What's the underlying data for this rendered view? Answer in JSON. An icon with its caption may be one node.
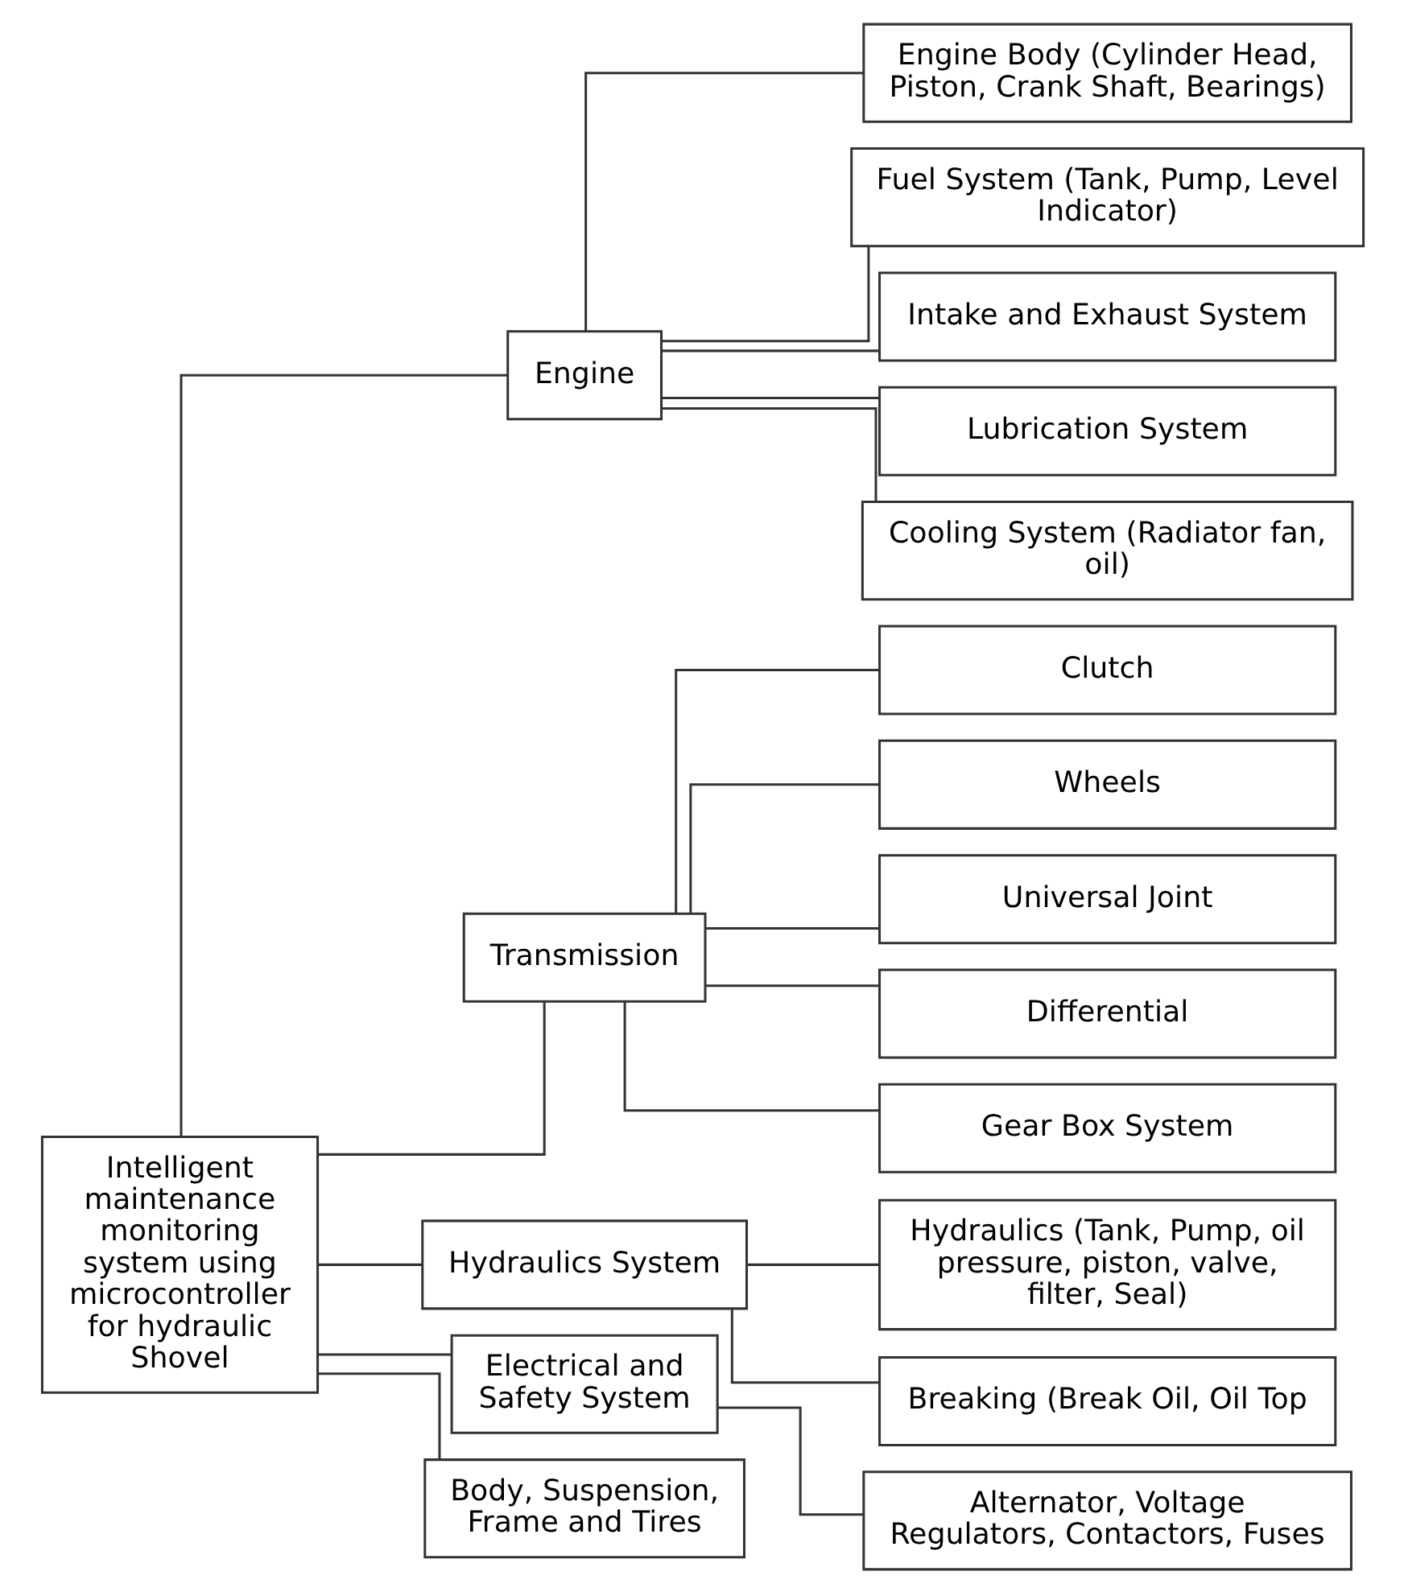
{
  "diagram": {
    "nodes": [
      {
        "text": [
          "Intelligent maintenance monitoring system using microcontroller for hydraulic Shovel"
        ]
      },
      {
        "text": [
          "Engine"
        ]
      },
      {
        "text": [
          "Transmission"
        ]
      },
      {
        "text": [
          "Hydraulics System"
        ]
      },
      {
        "text": [
          "Electrical and Safety System"
        ]
      },
      {
        "text": [
          "Body, Suspension, Frame and Tires"
        ]
      },
      {
        "text": [
          "Engine Body (Cylinder Head, Piston, Crank Shaft, Bearings)"
        ]
      },
      {
        "text": [
          "Fuel System (Tank, Pump, Level Indicator)"
        ]
      },
      {
        "text": [
          "Intake and Exhaust System"
        ]
      },
      {
        "text": [
          "Lubrication System"
        ]
      },
      {
        "text": [
          "Cooling System (Radiator fan, oil)"
        ]
      },
      {
        "text": [
          "Clutch"
        ]
      },
      {
        "text": [
          "Wheels"
        ]
      },
      {
        "text": [
          "Universal Joint"
        ]
      },
      {
        "text": [
          "Differential"
        ]
      },
      {
        "text": [
          "Gear Box System"
        ]
      },
      {
        "text": [
          "Hydraulics (Tank, Pump, oil pressure, piston, valve, filter, Seal)"
        ]
      },
      {
        "text": [
          "Breaking (Break Oil, Oil Top"
        ]
      },
      {
        "text": [
          "Alternator, Voltage Regulators, Contactors, Fuses"
        ]
      }
    ],
    "edges": [
      {
        "from": 0,
        "to": 1,
        "arrow": "none"
      },
      {
        "from": 0,
        "to": 2,
        "arrow": "none"
      },
      {
        "from": 0,
        "to": 3,
        "arrow": "none"
      },
      {
        "from": 0,
        "to": 4,
        "arrow": "none"
      },
      {
        "from": 0,
        "to": 5,
        "arrow": "none"
      },
      {
        "from": 1,
        "to": 6,
        "arrow": "none"
      },
      {
        "from": 1,
        "to": 7,
        "arrow": "none"
      },
      {
        "from": 1,
        "to": 8,
        "arrow": "none"
      },
      {
        "from": 1,
        "to": 9,
        "arrow": "none"
      },
      {
        "from": 1,
        "to": 10,
        "arrow": "none"
      },
      {
        "from": 2,
        "to": 11,
        "arrow": "none"
      },
      {
        "from": 2,
        "to": 12,
        "arrow": "none"
      },
      {
        "from": 2,
        "to": 13,
        "arrow": "none"
      },
      {
        "from": 2,
        "to": 14,
        "arrow": "none"
      },
      {
        "from": 2,
        "to": 15,
        "arrow": "none"
      },
      {
        "from": 3,
        "to": 16,
        "arrow": "none"
      },
      {
        "from": 3,
        "to": 17,
        "arrow": "none"
      },
      {
        "from": 4,
        "to": 18,
        "arrow": "none"
      }
    ]
  }
}
